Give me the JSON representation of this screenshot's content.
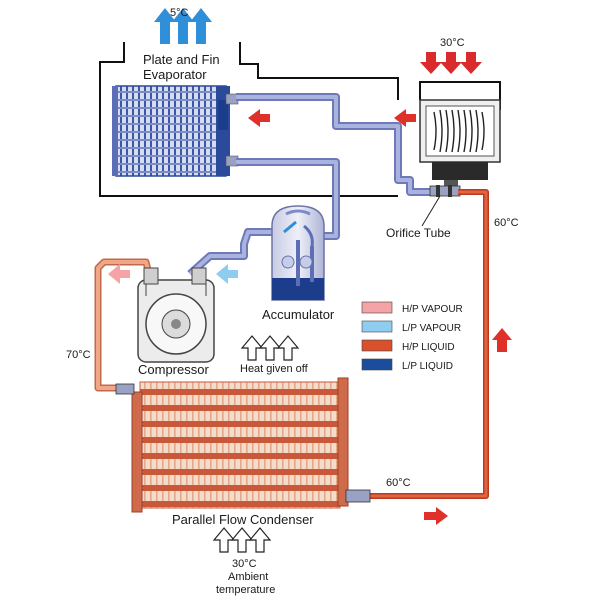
{
  "labels": {
    "evap_temp": "5°C",
    "evaporator_line1": "Plate and Fin",
    "evaporator_line2": "Evaporator",
    "fan_temp": "30°C",
    "orifice_tube": "Orifice Tube",
    "right_temp": "60°C",
    "accumulator": "Accumulator",
    "compressor": "Compressor",
    "heat_given_off": "Heat given off",
    "left_temp": "70°C",
    "condenser_outlet_temp": "60°C",
    "condenser": "Parallel Flow Condenser",
    "ambient_temp": "30°C",
    "ambient_line1": "Ambient",
    "ambient_line2": "temperature"
  },
  "legend": [
    {
      "label": "H/P VAPOUR",
      "color": "#f4a3a6"
    },
    {
      "label": "L/P VAPOUR",
      "color": "#8ecdf0"
    },
    {
      "label": "H/P LIQUID",
      "color": "#d9512c"
    },
    {
      "label": "L/P LIQUID",
      "color": "#1c4c9c"
    }
  ],
  "colors": {
    "hp_vapour": "#f4a3a6",
    "lp_vapour": "#8ecdf0",
    "hp_liquid": "#d9512c",
    "lp_liquid": "#1c4c9c",
    "lp_pipe": "#8a95cc",
    "hp_pipe_out": "#e08a6c",
    "cold_arrow": "#2f8fd8",
    "hot_arrow": "#d92b2b",
    "flow_arrow": "#e0302a",
    "condenser_fin": "#e0b6a0",
    "condenser_tube": "#c9583a",
    "evaporator_fin": "#9aa8d8",
    "evaporator_dark": "#2c4a9c"
  }
}
